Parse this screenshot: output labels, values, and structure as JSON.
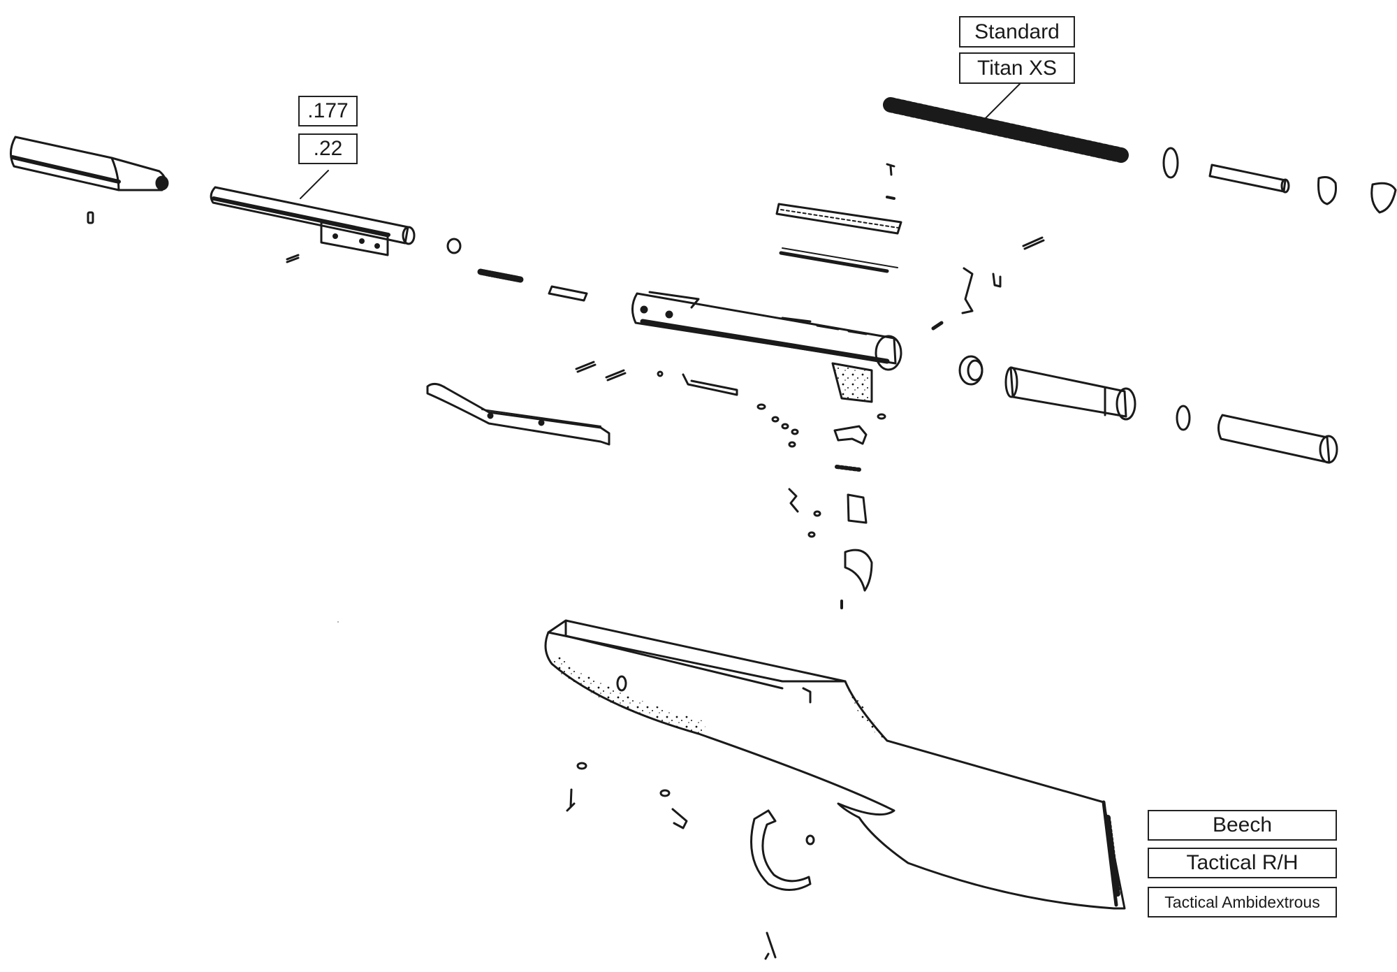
{
  "labels": {
    "spring_variants": [
      "Standard",
      "Titan XS"
    ],
    "barrel_calibers": [
      ".177",
      ".22"
    ],
    "stock_options": [
      "Beech",
      "Tactical R/H",
      "Tactical Ambidextrous"
    ]
  },
  "colors": {
    "ink": "#1a1a1a",
    "paper": "#ffffff"
  }
}
